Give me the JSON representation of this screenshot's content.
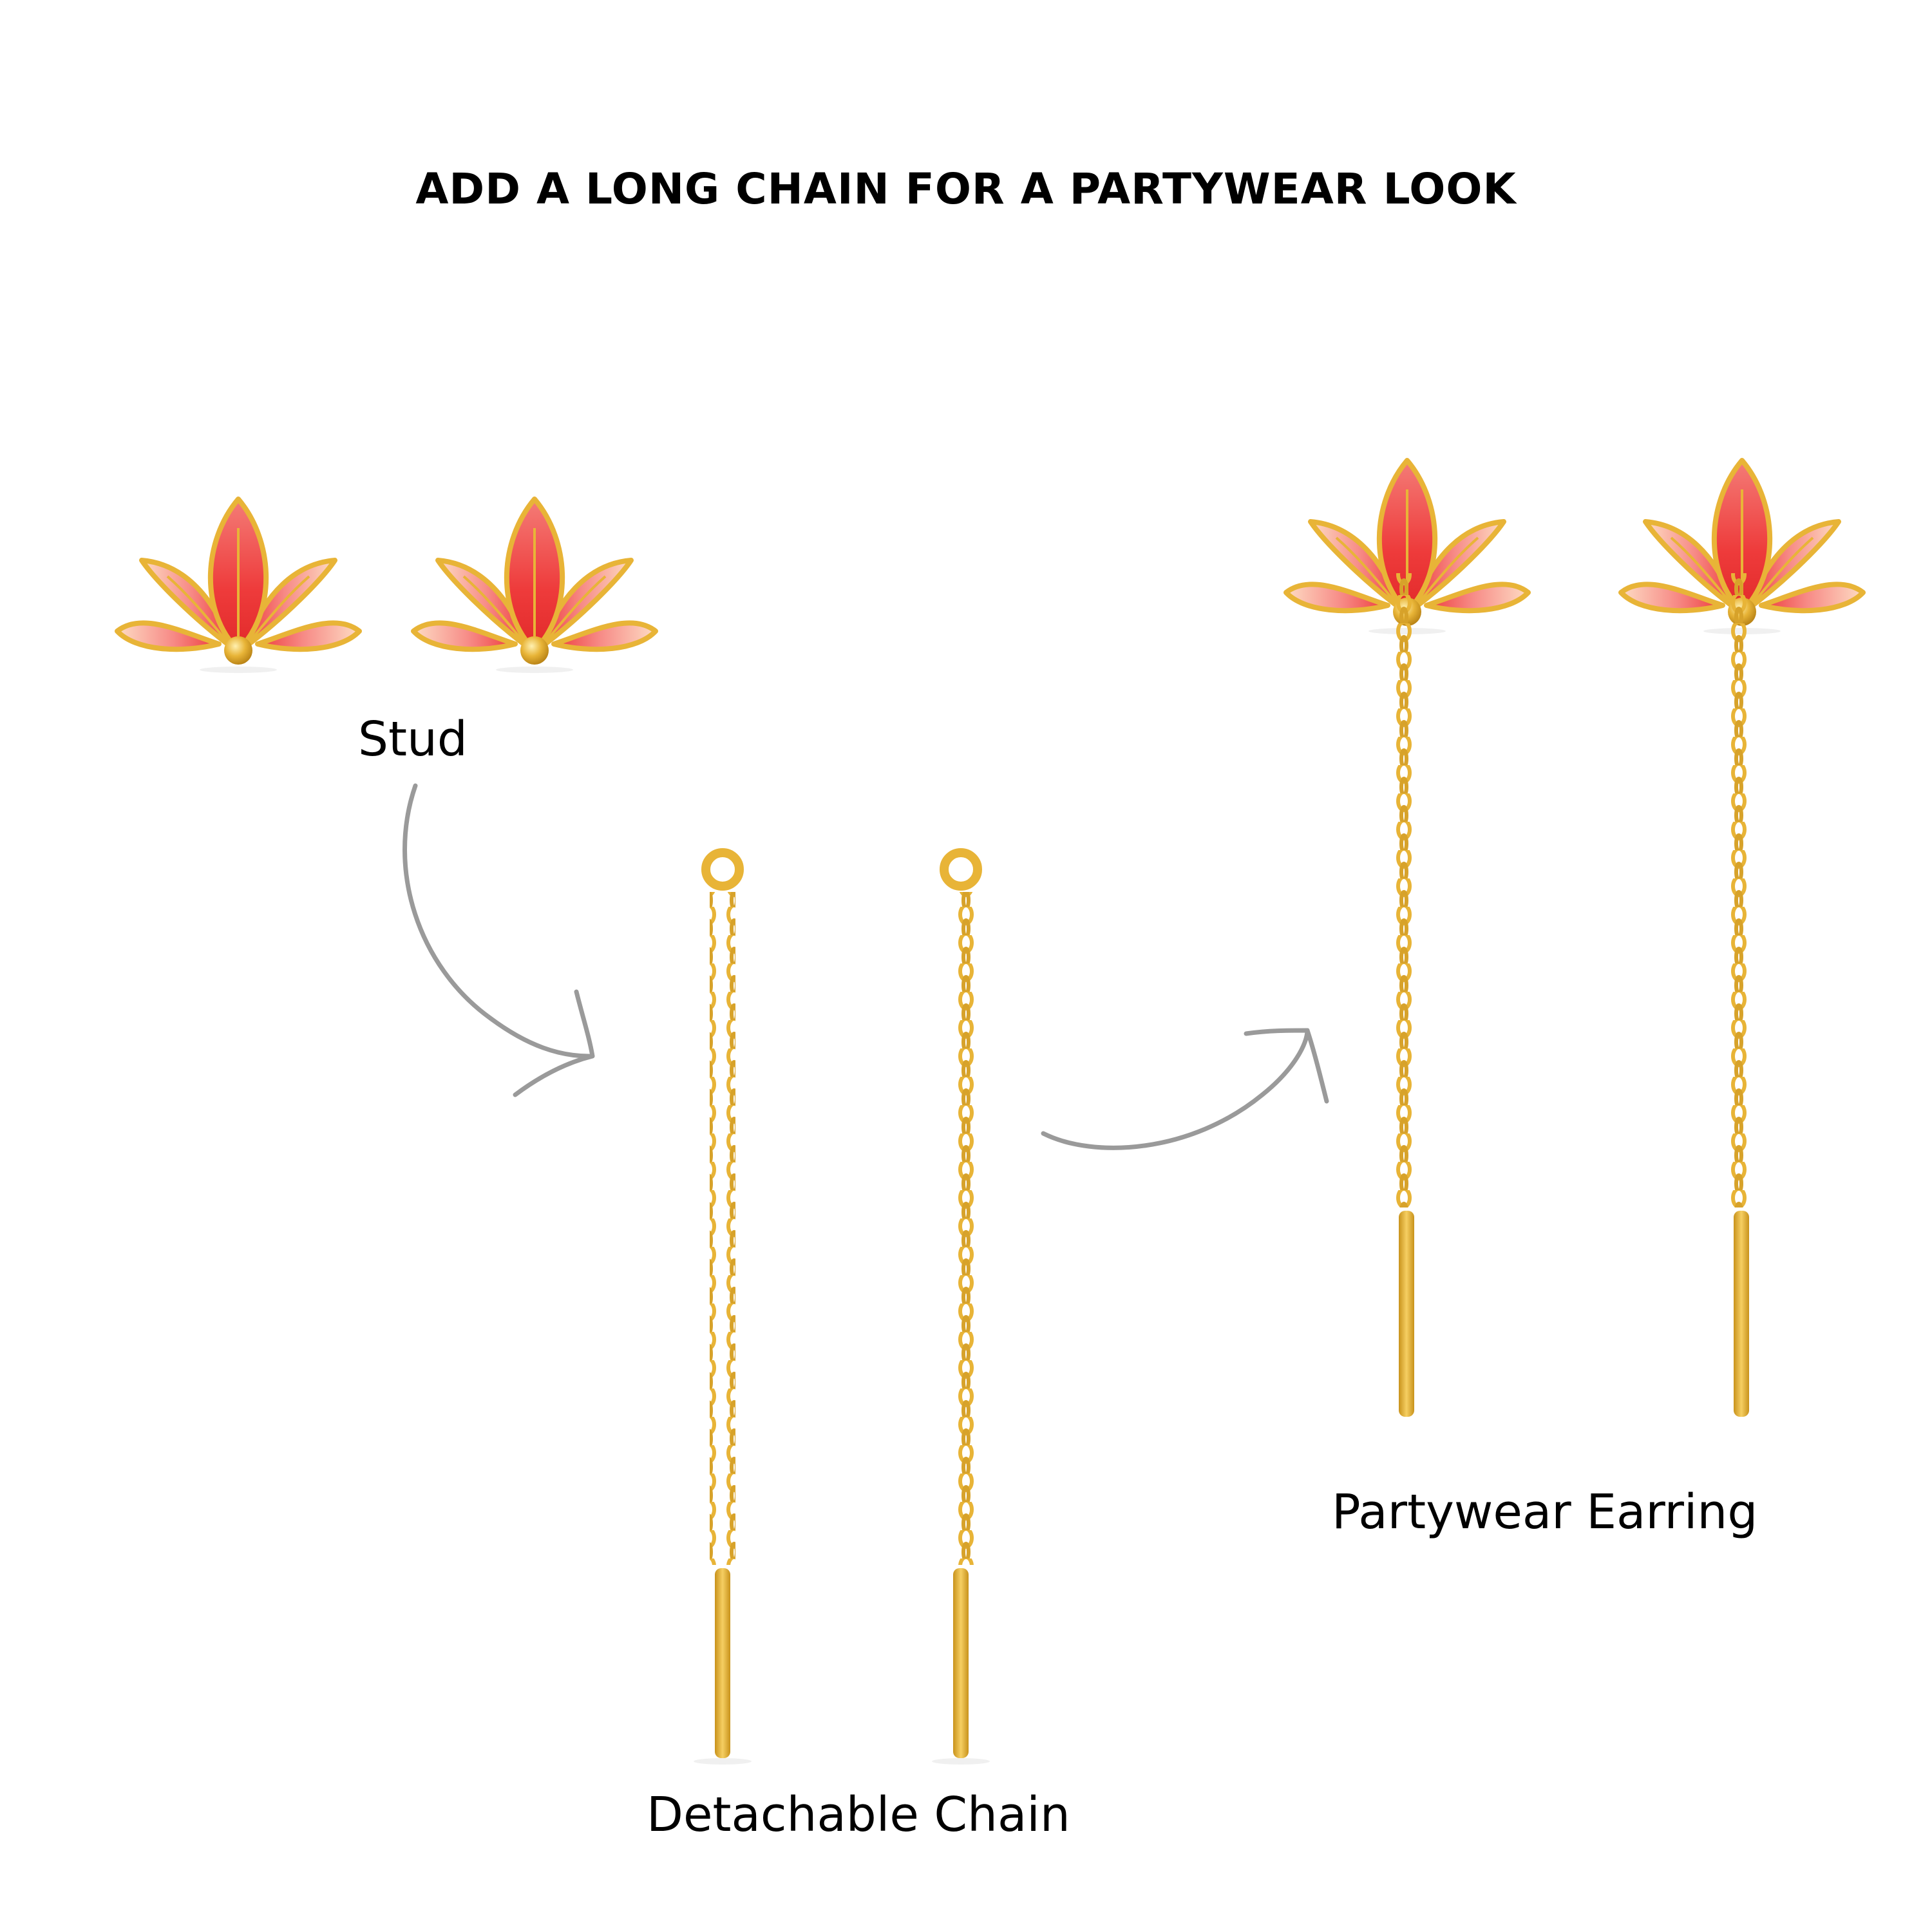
{
  "headline": "ADD A LONG CHAIN FOR A PARTYWEAR LOOK",
  "captions": {
    "stud": "Stud",
    "chain": "Detachable Chain",
    "partywear": "Partywear Earring"
  },
  "colors": {
    "gold": "#E8B437",
    "gold_dark": "#C8921B",
    "petal_red": "#EE3B3B",
    "petal_pink": "#F78A86",
    "petal_light": "#FCD2B8",
    "arrow": "#9A9A9A"
  },
  "icons": [
    "lotus-stud-icon",
    "detachable-chain-icon",
    "partywear-earring-icon",
    "curved-arrow-icon"
  ]
}
